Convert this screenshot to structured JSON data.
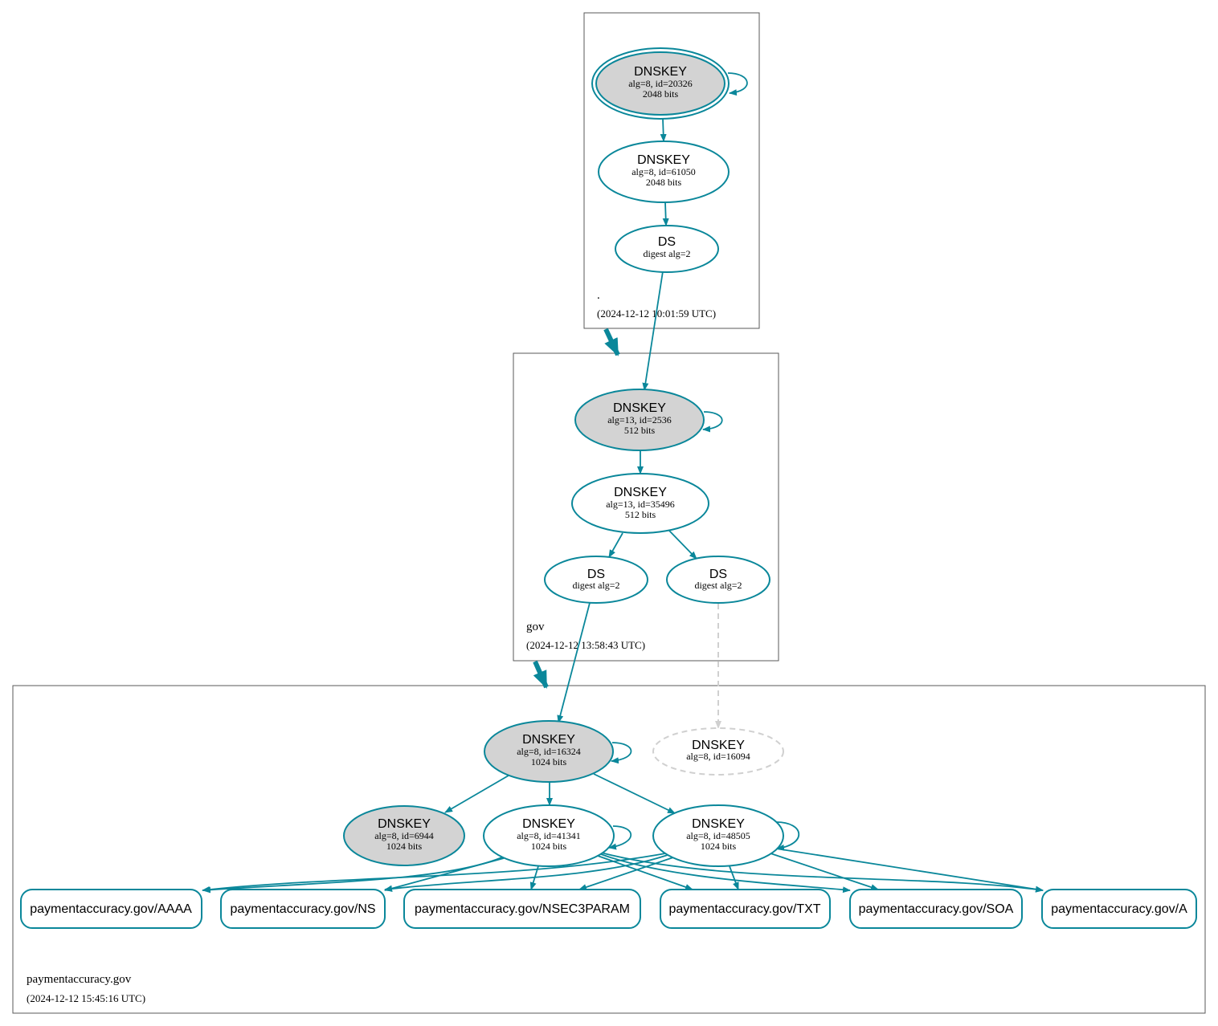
{
  "colors": {
    "edge": "#0a879a",
    "ksk_fill": "#d3d3d3",
    "zsk_fill": "#ffffff",
    "inactive": "#d0d0d0",
    "zone_border": "#595959"
  },
  "zones": [
    {
      "id": "root",
      "name": ".",
      "timestamp": "(2024-12-12 10:01:59 UTC)"
    },
    {
      "id": "gov",
      "name": "gov",
      "timestamp": "(2024-12-12 13:58:43 UTC)"
    },
    {
      "id": "paymentaccuracy",
      "name": "paymentaccuracy.gov",
      "timestamp": "(2024-12-12 15:45:16 UTC)"
    }
  ],
  "nodes": {
    "root_ksk": {
      "title": "DNSKEY",
      "line1": "alg=8, id=20326",
      "line2": "2048 bits"
    },
    "root_zsk": {
      "title": "DNSKEY",
      "line1": "alg=8, id=61050",
      "line2": "2048 bits"
    },
    "root_ds": {
      "title": "DS",
      "line1": "digest alg=2"
    },
    "gov_ksk": {
      "title": "DNSKEY",
      "line1": "alg=13, id=2536",
      "line2": "512 bits"
    },
    "gov_zsk": {
      "title": "DNSKEY",
      "line1": "alg=13, id=35496",
      "line2": "512 bits"
    },
    "gov_ds_a": {
      "title": "DS",
      "line1": "digest alg=2"
    },
    "gov_ds_b": {
      "title": "DS",
      "line1": "digest alg=2"
    },
    "pa_ksk": {
      "title": "DNSKEY",
      "line1": "alg=8, id=16324",
      "line2": "1024 bits"
    },
    "pa_missing": {
      "title": "DNSKEY",
      "line1": "alg=8, id=16094"
    },
    "pa_6944": {
      "title": "DNSKEY",
      "line1": "alg=8, id=6944",
      "line2": "1024 bits"
    },
    "pa_41341": {
      "title": "DNSKEY",
      "line1": "alg=8, id=41341",
      "line2": "1024 bits"
    },
    "pa_48505": {
      "title": "DNSKEY",
      "line1": "alg=8, id=48505",
      "line2": "1024 bits"
    }
  },
  "records": {
    "aaaa": "paymentaccuracy.gov/AAAA",
    "ns": "paymentaccuracy.gov/NS",
    "nsec3param": "paymentaccuracy.gov/NSEC3PARAM",
    "txt": "paymentaccuracy.gov/TXT",
    "soa": "paymentaccuracy.gov/SOA",
    "a": "paymentaccuracy.gov/A"
  }
}
